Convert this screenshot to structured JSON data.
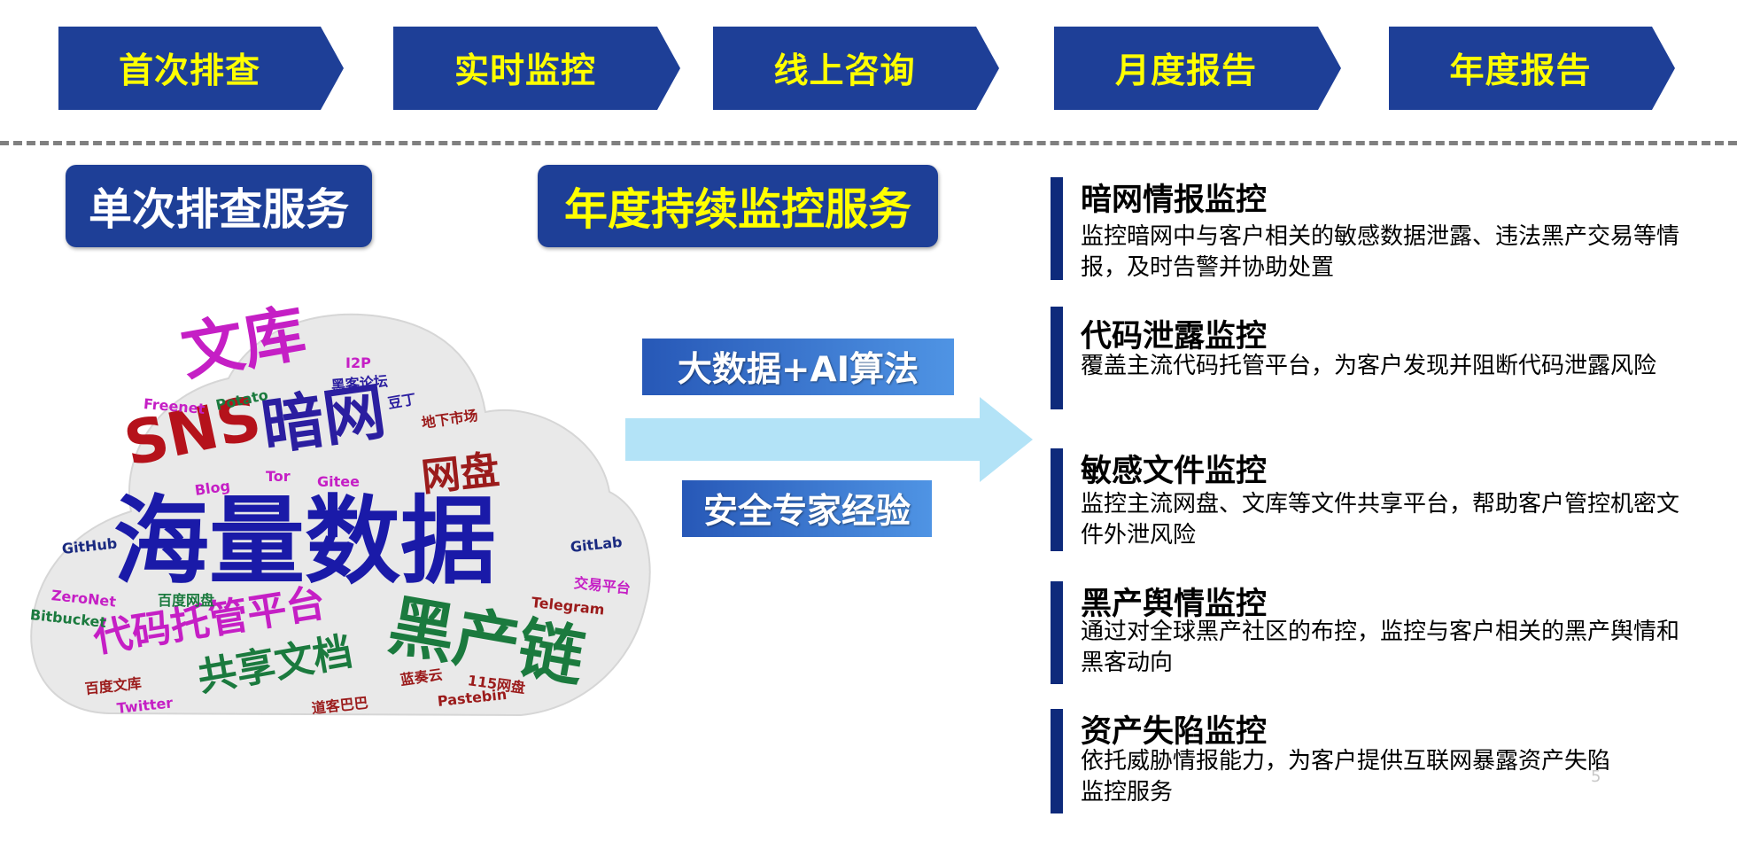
{
  "process_steps": [
    "首次排查",
    "实时监控",
    "线上咨询",
    "月度报告",
    "年度报告"
  ],
  "services": {
    "single": "单次排查服务",
    "annual": "年度持续监控服务"
  },
  "methods": {
    "big_data": "大数据+AI算法",
    "experts": "安全专家经验"
  },
  "cloud_words": [
    {
      "text": "文库",
      "color": "#c51fc5"
    },
    {
      "text": "SNS",
      "color": "#b5121b"
    },
    {
      "text": "暗网",
      "color": "#2b1ea0"
    },
    {
      "text": "海量数据",
      "color": "#1a1aa8"
    },
    {
      "text": "黑产链",
      "color": "#1b7a3e"
    },
    {
      "text": "代码托管平台",
      "color": "#c51fc5"
    },
    {
      "text": "共享文档",
      "color": "#1b7a3e"
    },
    {
      "text": "网盘",
      "color": "#9b1b1b"
    },
    {
      "text": "I2P",
      "color": "#c51fc5"
    },
    {
      "text": "黑客论坛",
      "color": "#2b1ea0"
    },
    {
      "text": "Freenet",
      "color": "#c51fc5"
    },
    {
      "text": "Potato",
      "color": "#1b7a3e"
    },
    {
      "text": "豆丁",
      "color": "#2b1ea0"
    },
    {
      "text": "地下市场",
      "color": "#9b1b1b"
    },
    {
      "text": "Tor",
      "color": "#c51fc5"
    },
    {
      "text": "Gitee",
      "color": "#c51fc5"
    },
    {
      "text": "Blog",
      "color": "#c51fc5"
    },
    {
      "text": "GitHub",
      "color": "#1a2a80"
    },
    {
      "text": "GitLab",
      "color": "#1a2a80"
    },
    {
      "text": "交易平台",
      "color": "#c51fc5"
    },
    {
      "text": "ZeroNet",
      "color": "#c51fc5"
    },
    {
      "text": "Bitbucket",
      "color": "#1b7a3e"
    },
    {
      "text": "百度网盘",
      "color": "#1b7a3e"
    },
    {
      "text": "Telegram",
      "color": "#9b1b1b"
    },
    {
      "text": "蓝奏云",
      "color": "#9b1b1b"
    },
    {
      "text": "115网盘",
      "color": "#9b1b1b"
    },
    {
      "text": "百度文库",
      "color": "#9b1b1b"
    },
    {
      "text": "Twitter",
      "color": "#c51fc5"
    },
    {
      "text": "Pastebin",
      "color": "#9b1b1b"
    },
    {
      "text": "道客巴巴",
      "color": "#9b1b1b"
    }
  ],
  "monitor_items": [
    {
      "title": "暗网情报监控",
      "desc": "监控暗网中与客户相关的敏感数据泄露、违法黑产交易等情报，及时告警并协助处置"
    },
    {
      "title": "代码泄露监控",
      "desc": "覆盖主流代码托管平台，为客户发现并阻断代码泄露风险"
    },
    {
      "title": "敏感文件监控",
      "desc": "监控主流网盘、文库等文件共享平台，帮助客户管控机密文件外泄风险"
    },
    {
      "title": "黑产舆情监控",
      "desc": "通过对全球黑产社区的布控，监控与客户相关的黑产舆情和黑客动向"
    },
    {
      "title": "资产失陷监控",
      "desc": "依托威胁情报能力，为客户提供互联网暴露资产失陷监控服务"
    }
  ],
  "page_number": "5",
  "colors": {
    "navy": "#1e3f97",
    "yellow": "#ffff00",
    "arrow": "#b3e3f7",
    "cloud": "#e9e9e9"
  }
}
